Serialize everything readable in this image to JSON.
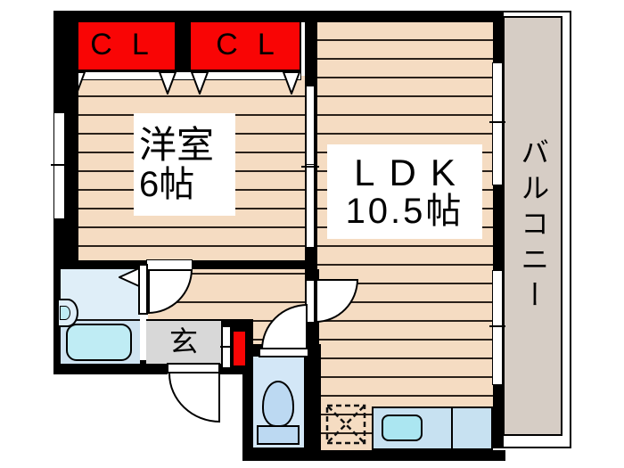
{
  "labels": {
    "closet1": "CL",
    "closet2": "CL",
    "western_room_name": "洋室",
    "western_room_size": "6帖",
    "ldk_name": "LDK",
    "ldk_size": "10.5帖",
    "balcony": "バルコニー",
    "entrance": "玄"
  },
  "colors": {
    "wall": "#000000",
    "closet_red": "#f90505",
    "floor_bg": "#f5dcc2",
    "floor_line": "#2a211a",
    "balcony_bg": "#d6cdc5",
    "washroom_bg": "#dfeef8",
    "tub_zone_bg": "#cfe3f1",
    "tub_fill": "#bfecf4",
    "toilet_room_bg": "#d3e7f7",
    "toilet_fixture": "#bcd9f2",
    "kitchen_counter": "#c7e1f1",
    "kitchen_sink": "#abe6f1",
    "genkan_bg": "#d8d8d8"
  }
}
